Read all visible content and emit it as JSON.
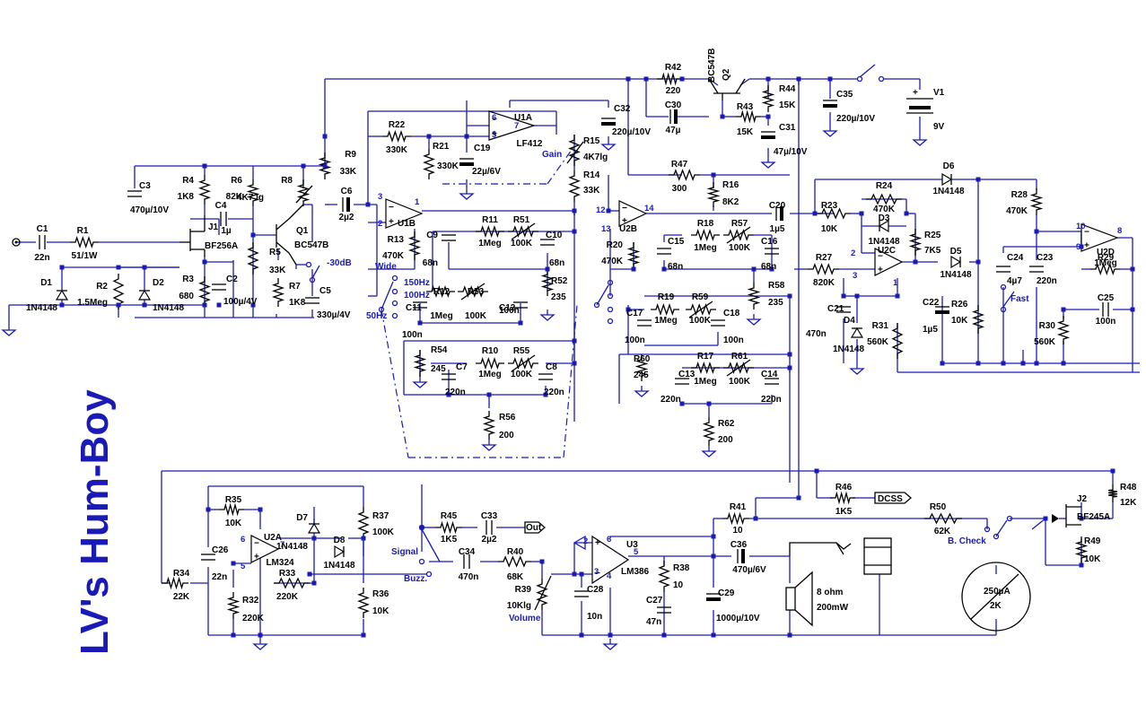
{
  "title": "LV's Hum-Boy",
  "colors": {
    "wire": "#1a1ab8",
    "component": "#000000",
    "label": "#1a1ab8"
  },
  "components": [
    {
      "id": "C1",
      "value": "22n"
    },
    {
      "id": "R1",
      "value": "51/1W"
    },
    {
      "id": "D1",
      "value": "1N4148"
    },
    {
      "id": "R2",
      "value": "1.5Meg"
    },
    {
      "id": "D2",
      "value": "1N4148"
    },
    {
      "id": "C3",
      "value": "470µ/10V"
    },
    {
      "id": "R4",
      "value": "1K8"
    },
    {
      "id": "J1",
      "value": "BF256A"
    },
    {
      "id": "C4",
      "value": "1µ"
    },
    {
      "id": "R3",
      "value": "680"
    },
    {
      "id": "C2",
      "value": "100µ/4V"
    },
    {
      "id": "R6",
      "value": "82K"
    },
    {
      "id": "R5",
      "value": "33K"
    },
    {
      "id": "R8",
      "value": "4K7 lg"
    },
    {
      "id": "Q1",
      "value": "BC547B"
    },
    {
      "id": "R7",
      "value": "1K8"
    },
    {
      "id": "C5",
      "value": "330µ/4V"
    },
    {
      "id": "R9",
      "value": "33K"
    },
    {
      "id": "C6",
      "value": "2µ2"
    },
    {
      "id": "R22",
      "value": "330K"
    },
    {
      "id": "R21",
      "value": "330K"
    },
    {
      "id": "C19",
      "value": "22µ/6V"
    },
    {
      "id": "U1A",
      "value": "LF412"
    },
    {
      "id": "U1B",
      "value": ""
    },
    {
      "id": "R13",
      "value": "470K"
    },
    {
      "id": "R11",
      "value": "1Meg"
    },
    {
      "id": "R51",
      "value": "100K"
    },
    {
      "id": "C9",
      "value": "68n"
    },
    {
      "id": "C10",
      "value": "68n"
    },
    {
      "id": "R52",
      "value": "235"
    },
    {
      "id": "R12",
      "value": "1Meg"
    },
    {
      "id": "R53",
      "value": "100K"
    },
    {
      "id": "C11",
      "value": "100n"
    },
    {
      "id": "C12",
      "value": "100n"
    },
    {
      "id": "R54",
      "value": "245"
    },
    {
      "id": "R10",
      "value": "1Meg"
    },
    {
      "id": "R55",
      "value": "100K"
    },
    {
      "id": "C7",
      "value": "220n"
    },
    {
      "id": "C8",
      "value": "220n"
    },
    {
      "id": "R56",
      "value": "200"
    },
    {
      "id": "C32",
      "value": "220µ/10V"
    },
    {
      "id": "R15",
      "value": "4K7lg"
    },
    {
      "id": "R14",
      "value": "33K"
    },
    {
      "id": "R42",
      "value": "220"
    },
    {
      "id": "Q2",
      "value": "BC547B"
    },
    {
      "id": "C30",
      "value": "47µ"
    },
    {
      "id": "R43",
      "value": "15K"
    },
    {
      "id": "R44",
      "value": "15K"
    },
    {
      "id": "C31",
      "value": "47µ/10V"
    },
    {
      "id": "C35",
      "value": "220µ/10V"
    },
    {
      "id": "V1",
      "value": "9V"
    },
    {
      "id": "R47",
      "value": "300"
    },
    {
      "id": "R16",
      "value": "8K2"
    },
    {
      "id": "U2B",
      "value": ""
    },
    {
      "id": "R20",
      "value": "470K"
    },
    {
      "id": "R18",
      "value": "1Meg"
    },
    {
      "id": "R57",
      "value": "100K"
    },
    {
      "id": "C15",
      "value": "68n"
    },
    {
      "id": "C16",
      "value": "68n"
    },
    {
      "id": "R58",
      "value": "235"
    },
    {
      "id": "R19",
      "value": "1Meg"
    },
    {
      "id": "R59",
      "value": "100K"
    },
    {
      "id": "C17",
      "value": "100n"
    },
    {
      "id": "C18",
      "value": "100n"
    },
    {
      "id": "R60",
      "value": "245"
    },
    {
      "id": "R17",
      "value": "1Meg"
    },
    {
      "id": "R61",
      "value": "100K"
    },
    {
      "id": "C13",
      "value": "220n"
    },
    {
      "id": "C14",
      "value": "220n"
    },
    {
      "id": "R62",
      "value": "200"
    },
    {
      "id": "C20",
      "value": "1µ5"
    },
    {
      "id": "R23",
      "value": "10K"
    },
    {
      "id": "R24",
      "value": "470K"
    },
    {
      "id": "D3",
      "value": "1N4148"
    },
    {
      "id": "R25",
      "value": "7K5"
    },
    {
      "id": "D6",
      "value": "1N4148"
    },
    {
      "id": "D5",
      "value": "1N4148"
    },
    {
      "id": "R27",
      "value": "820K"
    },
    {
      "id": "U2C",
      "value": ""
    },
    {
      "id": "C21",
      "value": "470n"
    },
    {
      "id": "D4",
      "value": "1N4148"
    },
    {
      "id": "R31",
      "value": "560K"
    },
    {
      "id": "C22",
      "value": "1µ5"
    },
    {
      "id": "R26",
      "value": "10K"
    },
    {
      "id": "C24",
      "value": "4µ7"
    },
    {
      "id": "C23",
      "value": "220n"
    },
    {
      "id": "R28",
      "value": "470K"
    },
    {
      "id": "R30",
      "value": "560K"
    },
    {
      "id": "U2D",
      "value": ""
    },
    {
      "id": "R29",
      "value": "1Meg"
    },
    {
      "id": "C25",
      "value": "100n"
    },
    {
      "id": "R35",
      "value": "10K"
    },
    {
      "id": "D7",
      "value": "1N4148"
    },
    {
      "id": "U2A",
      "value": "LM324"
    },
    {
      "id": "D8",
      "value": "1N4148"
    },
    {
      "id": "R37",
      "value": "100K"
    },
    {
      "id": "C26",
      "value": "22n"
    },
    {
      "id": "R33",
      "value": "220K"
    },
    {
      "id": "R34",
      "value": "22K"
    },
    {
      "id": "R32",
      "value": "220K"
    },
    {
      "id": "R36",
      "value": "10K"
    },
    {
      "id": "R45",
      "value": "1K5"
    },
    {
      "id": "C33",
      "value": "2µ2"
    },
    {
      "id": "C34",
      "value": "470n"
    },
    {
      "id": "R40",
      "value": "68K"
    },
    {
      "id": "R39",
      "value": "10Klg"
    },
    {
      "id": "C28",
      "value": "10n"
    },
    {
      "id": "U3",
      "value": "LM386"
    },
    {
      "id": "R38",
      "value": "10"
    },
    {
      "id": "C27",
      "value": "47n"
    },
    {
      "id": "C29",
      "value": "1000µ/10V"
    },
    {
      "id": "R41",
      "value": "10"
    },
    {
      "id": "C36",
      "value": "470µ/6V"
    },
    {
      "id": "R46",
      "value": "1K5"
    },
    {
      "id": "R50",
      "value": "62K"
    },
    {
      "id": "J2",
      "value": "BF245A"
    },
    {
      "id": "R48",
      "value": "12K"
    },
    {
      "id": "R49",
      "value": "10K"
    },
    {
      "id": "M1",
      "value": "250µA"
    }
  ],
  "annotations": {
    "minus30db": "-30dB",
    "wide": "Wide",
    "f150": "150Hz",
    "f100": "100Hz",
    "f50": "50Hz",
    "gain": "Gain",
    "fast": "Fast",
    "signal": "Signal",
    "buzz": "Buzz.",
    "volume": "Volume",
    "out": "Out",
    "dcss": "DCSS",
    "bcheck": "B. Check",
    "speaker1": "8 ohm",
    "speaker2": "200mW",
    "meter2": "2K"
  }
}
